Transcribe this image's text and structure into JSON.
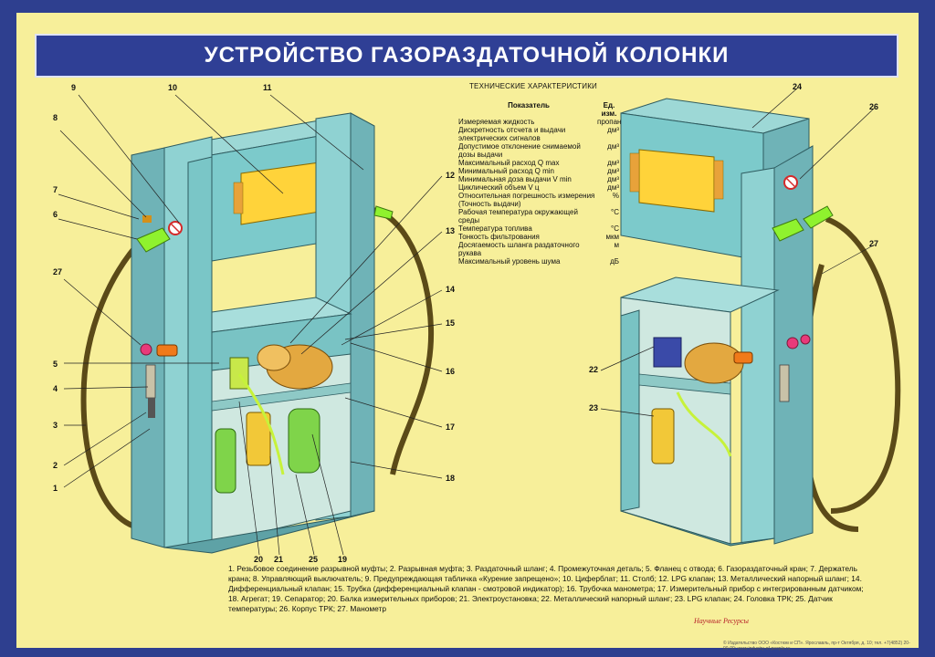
{
  "title": "УСТРОЙСТВО ГАЗОРАЗДАТОЧНОЙ КОЛОНКИ",
  "tech_specs": {
    "title": "ТЕХНИЧЕСКИЕ ХАРАКТЕРИСТИКИ",
    "header_param": "Показатель",
    "header_unit": "Ед. изм.",
    "rows": [
      {
        "param": "Измеряемая жидкость",
        "unit": "пропан"
      },
      {
        "param": "Дискретность отсчета и выдачи электрических сигналов",
        "unit": "дм³"
      },
      {
        "param": "Допустимое отклонение снимаемой дозы выдачи",
        "unit": "дм³"
      },
      {
        "param": "Максимальный расход Q max",
        "unit": "дм³"
      },
      {
        "param": "Минимальный расход Q min",
        "unit": "дм³"
      },
      {
        "param": "Минимальная доза выдачи V min",
        "unit": "дм³"
      },
      {
        "param": "Циклический объем V ц",
        "unit": "дм³"
      },
      {
        "param": "Относительная погрешность измерения (Точность выдачи)",
        "unit": "%"
      },
      {
        "param": "Рабочая температура окружающей среды",
        "unit": "°С"
      },
      {
        "param": "Температура топлива",
        "unit": "°С"
      },
      {
        "param": "Тонкость фильтрования",
        "unit": "мкм"
      },
      {
        "param": "Досягаемость шланга раздаточного рукава",
        "unit": "м"
      },
      {
        "param": "Максимальный уровень шума",
        "unit": "дБ"
      }
    ]
  },
  "callouts": {
    "c1": "1",
    "c2": "2",
    "c3": "3",
    "c4": "4",
    "c5": "5",
    "c6": "6",
    "c7": "7",
    "c8": "8",
    "c9": "9",
    "c10": "10",
    "c11": "11",
    "c12": "12",
    "c13": "13",
    "c14": "14",
    "c15": "15",
    "c16": "16",
    "c17": "17",
    "c18": "18",
    "c19": "19",
    "c20": "20",
    "c21": "21",
    "c22": "22",
    "c23": "23",
    "c24": "24",
    "c25": "25",
    "c26": "26",
    "c27a": "27",
    "c27b": "27"
  },
  "legend": "1. Резьбовое соединение разрывной муфты; 2. Разрывная муфта; 3. Раздаточный шланг; 4. Промежуточная деталь; 5. Фланец с отвода; 6. Газораздаточный кран; 7. Держатель крана; 8. Управляющий выключатель; 9. Предупреждающая табличка «Курение запрещено»; 10. Циферблат; 11. Столб; 12. LPG клапан; 13. Металлический напорный шланг; 14. Дифференциальный клапан; 15. Трубка (дифференциальный клапан - смотровой индикатор); 16. Трубочка манометра; 17. Измерительный прибор с интегрированным датчиком; 18. Агрегат; 19. Сепаратор; 20. Балка измерительных приборов; 21. Электроустановка; 22. Металлический напорный шланг; 23. LPG клапан; 24. Головка ТРК; 25. Датчик температуры; 26. Корпус ТРК; 27. Манометр",
  "brand": "Научные Ресурсы",
  "imprint": "© Издательство ООО «Костюм и СП». Ярославль, пр-т Октября, д. 10; тел. +7(4852) 20-00-00; www.industry-of-people.ru",
  "colors": {
    "frame": "#2e3f8f",
    "background": "#f7ef9a",
    "cabinet": "#6fbfc2",
    "hose": "#5b4a18",
    "nozzle": "#8ff22e",
    "display": "#ffd33a"
  }
}
